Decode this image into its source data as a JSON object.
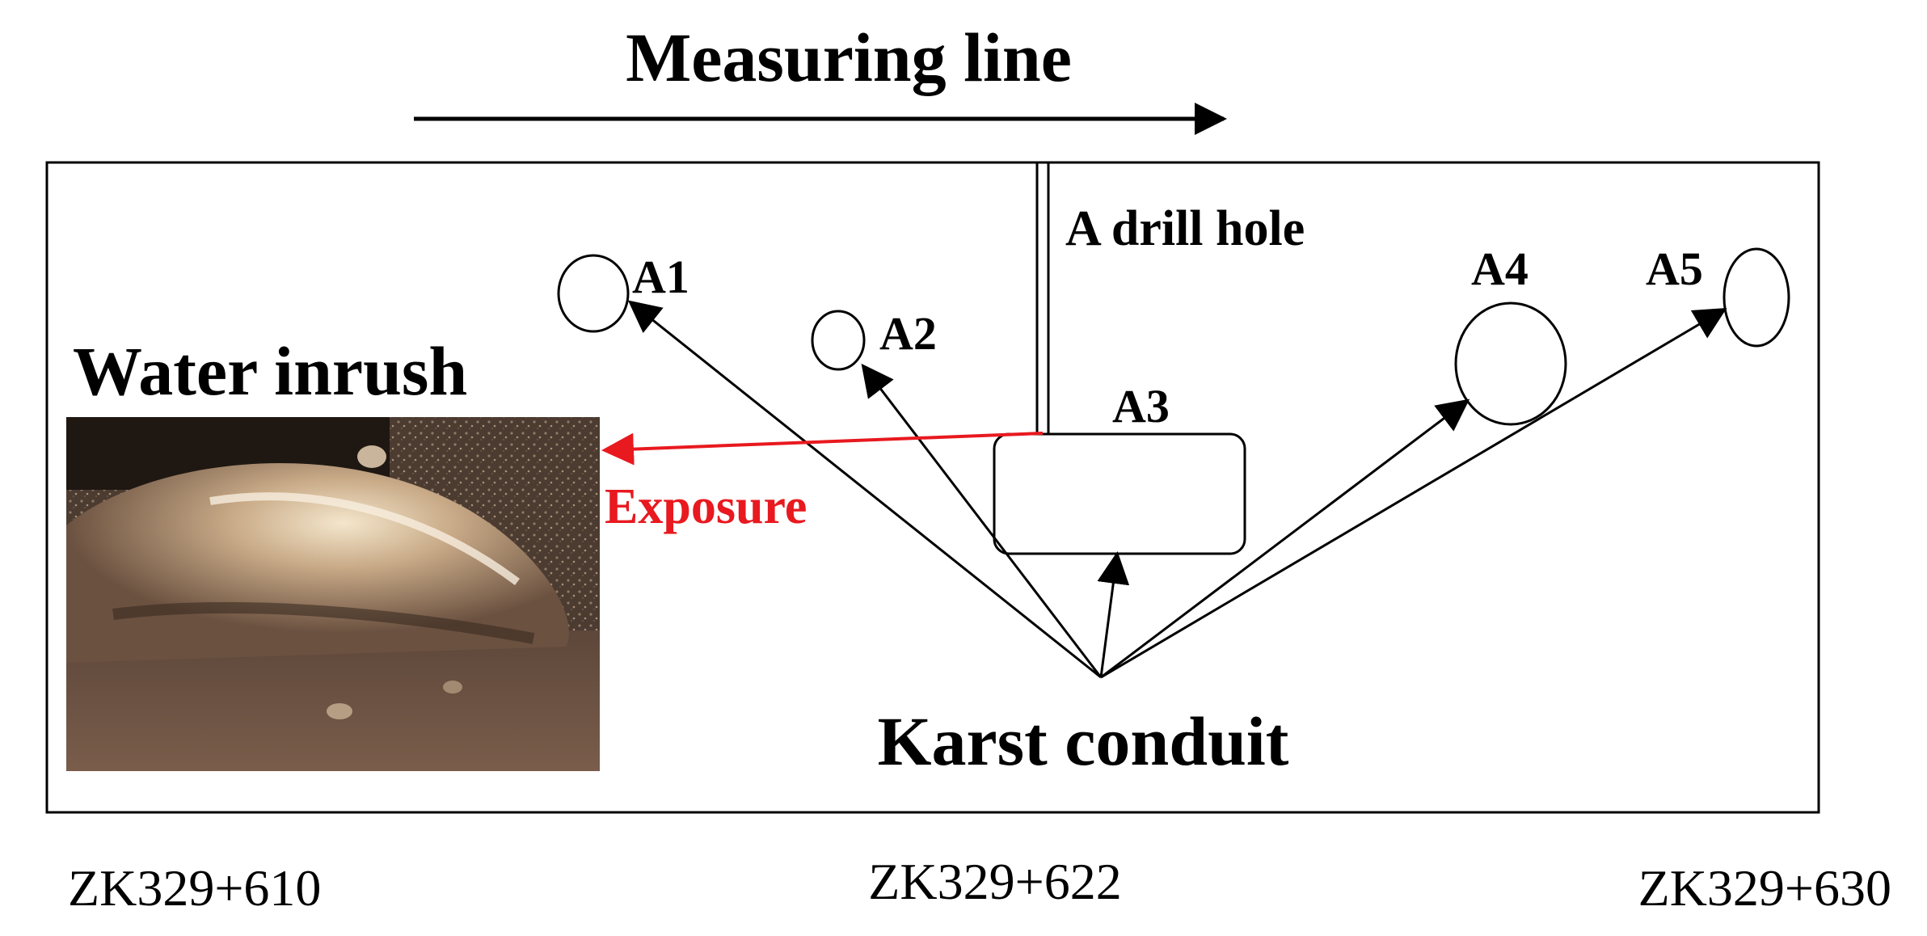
{
  "title": "Measuring line",
  "labels": {
    "drill_hole": "A drill hole",
    "water_inrush": "Water inrush",
    "exposure": "Exposure",
    "karst_conduit": "Karst conduit"
  },
  "cavities": [
    {
      "id": "A1",
      "label": "A1"
    },
    {
      "id": "A2",
      "label": "A2"
    },
    {
      "id": "A3",
      "label": "A3"
    },
    {
      "id": "A4",
      "label": "A4"
    },
    {
      "id": "A5",
      "label": "A5"
    }
  ],
  "stations": [
    {
      "label": "ZK329+610"
    },
    {
      "label": "ZK329+622"
    },
    {
      "label": "ZK329+630"
    }
  ],
  "colors": {
    "line": "#000000",
    "exposure": "#e8191f",
    "photo_dark": "#2a2018",
    "photo_mid": "#6b5140",
    "photo_light": "#d9c2a0"
  },
  "icons": {
    "photo": "water-inrush-photo"
  }
}
